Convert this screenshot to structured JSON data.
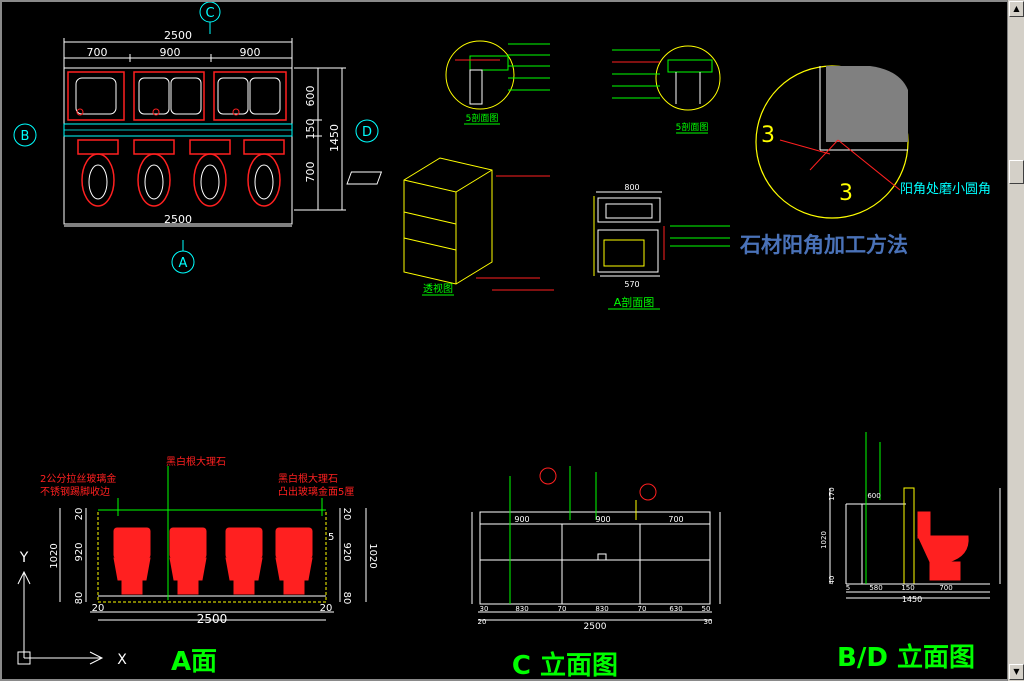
{
  "plan": {
    "dim_top_total": "2500",
    "dim_top_parts": [
      "700",
      "900",
      "900"
    ],
    "dim_bottom_total": "2500",
    "dim_right_parts": [
      "600",
      "150",
      "700"
    ],
    "dim_right_total": "1450",
    "markers": {
      "top": "C",
      "left": "B",
      "right": "D",
      "bottom": "A"
    }
  },
  "perspective": {
    "label": "透视图"
  },
  "section_a": {
    "label": "A剖面图",
    "dims": [
      "800",
      "570"
    ]
  },
  "detail_b1": {
    "label": "5剖面图"
  },
  "detail_b2": {
    "label": "5剖面图"
  },
  "stone_detail": {
    "title": "石材阳角加工方法",
    "note": "阳角处磨小圆角",
    "dim_labels": [
      "3",
      "3"
    ]
  },
  "elev_a": {
    "title": "A面",
    "note_left_1": "2公分拉丝玻璃金",
    "note_left_2": "不锈钢踢脚收边",
    "note_mid": "黑白根大理石",
    "note_right_1": "黑白根大理石",
    "note_right_2": "凸出玻璃金面5厘",
    "dim_bottom": "2500",
    "dim_left": [
      "20",
      "920",
      "80"
    ],
    "dim_left_total": "1020",
    "dim_right": [
      "20",
      "920",
      "80"
    ],
    "dim_right_total": "1020",
    "dim_corners": [
      "20",
      "20"
    ],
    "dim_side": "5"
  },
  "elev_c": {
    "title": "C 立面图",
    "dims_top": [
      "900",
      "900",
      "700"
    ],
    "dims_bottom": [
      "30",
      "830",
      "70",
      "830",
      "70",
      "630",
      "50"
    ],
    "dims_bottom_total": "2500",
    "dims_bottom_ends": [
      "20",
      "30"
    ]
  },
  "elev_bd": {
    "title": "B/D 立面图",
    "dims_bottom": [
      "5",
      "580",
      "150",
      "700"
    ],
    "dims_bottom_total": "1450",
    "dims_left": [
      "170",
      "1020",
      "40"
    ],
    "dim_top": "600"
  },
  "ucs": {
    "x": "X",
    "y": "Y"
  },
  "colors": {
    "line_white": "#ffffff",
    "cad_red": "#ff2020",
    "cad_yellow": "#ffff00",
    "cad_green": "#00ff00",
    "cad_cyan": "#00ffff",
    "title_blue": "#4a72b8"
  }
}
